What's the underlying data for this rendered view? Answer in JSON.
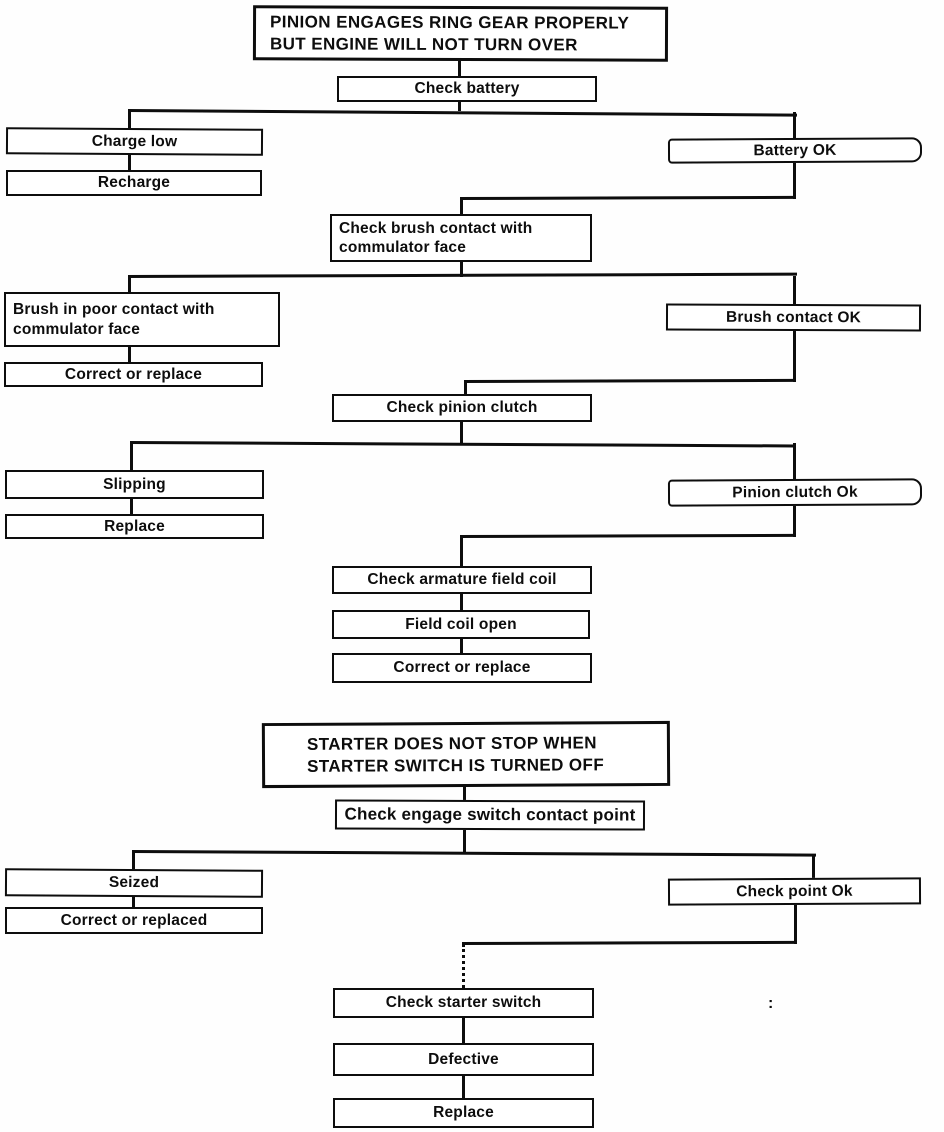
{
  "colors": {
    "ink": "#0d0d0d",
    "paper": "#ffffff"
  },
  "section1": {
    "title_line1": "PINION ENGAGES RING GEAR PROPERLY",
    "title_line2": "BUT ENGINE WILL NOT TURN OVER",
    "check_battery": "Check battery",
    "charge_low": "Charge low",
    "recharge": "Recharge",
    "battery_ok": "Battery OK",
    "check_brush": "Check brush contact with commulator face",
    "brush_poor": "Brush in poor contact with commulator face",
    "correct_or_replace_a": "Correct or replace",
    "brush_contact_ok": "Brush contact OK",
    "check_pinion_clutch": "Check pinion clutch",
    "slipping": "Slipping",
    "replace": "Replace",
    "pinion_clutch_ok": "Pinion clutch Ok",
    "check_armature_field_coil": "Check armature field coil",
    "field_coil_open": "Field coil open",
    "correct_or_replace_b": "Correct or replace"
  },
  "section2": {
    "title_line1": "STARTER DOES NOT STOP WHEN",
    "title_line2": "STARTER SWITCH IS TURNED OFF",
    "check_engage_switch": "Check engage switch contact point",
    "seized": "Seized",
    "correct_or_replaced": "Correct or replaced",
    "check_point_ok": "Check point Ok",
    "check_starter_switch": "Check starter switch",
    "defective": "Defective",
    "replace": "Replace"
  },
  "stray_mark": ":"
}
